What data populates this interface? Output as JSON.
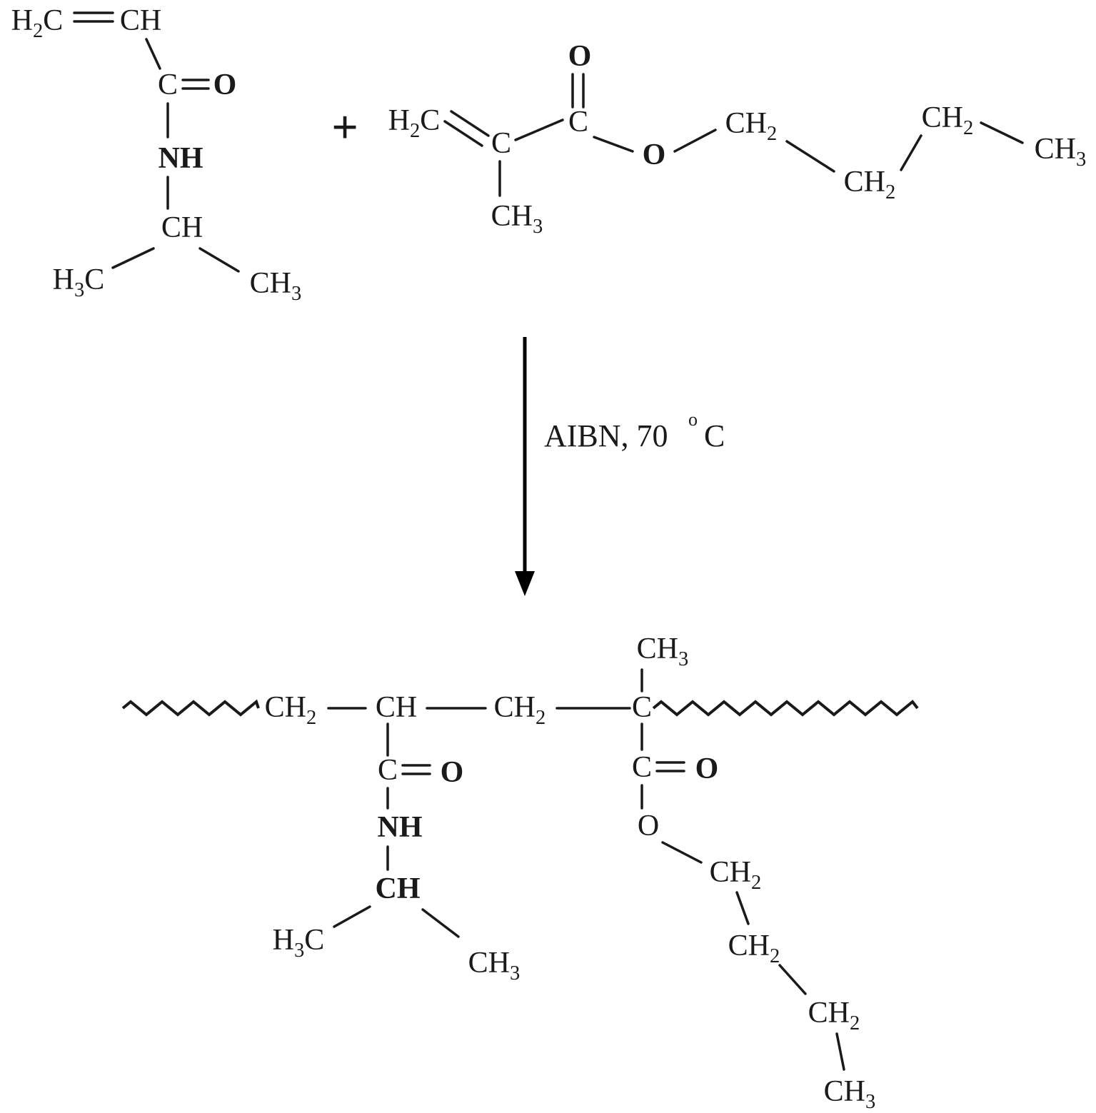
{
  "colors": {
    "red": "#e81414",
    "blue": "#2230ee",
    "dark": "#1a1a1a",
    "brown": "#241007"
  },
  "plus_sign": "+",
  "arrow": {
    "conditions": "AIBN, 70",
    "degree_mark": "o",
    "unit": "C"
  },
  "nipam": {
    "h2c": "H2C",
    "ch_vinyl": "CH",
    "carbonyl_c": "C",
    "carbonyl_o": "O",
    "nh": "NH",
    "methine_ch": "CH",
    "left_methyl": "H3C",
    "right_methyl": "CH3"
  },
  "bma": {
    "carbonyl_o": "O",
    "h2c": "H2C",
    "alpha_c": "C",
    "alpha_methyl": "CH3",
    "carbonyl_c": "C",
    "ester_o": "O",
    "chain_ch2_1": "CH2",
    "chain_ch2_2": "CH2",
    "chain_ch2_3": "CH2",
    "chain_ch3": "CH3"
  },
  "copolymer": {
    "backbone": {
      "ch2_left": "CH2",
      "ch": "CH",
      "ch2_mid": "CH2",
      "quaternary_c": "C",
      "top_methyl": "CH3"
    },
    "amide_side": {
      "carbonyl_c": "C",
      "carbonyl_o": "O",
      "nh": "NH",
      "methine_ch": "CH",
      "left_methyl": "H3C",
      "right_methyl": "CH3"
    },
    "ester_side": {
      "carbonyl_c": "C",
      "carbonyl_o": "O",
      "ester_o": "O",
      "ch2_1": "CH2",
      "ch2_2": "CH2",
      "ch2_3": "CH2",
      "ch3": "CH3"
    }
  }
}
